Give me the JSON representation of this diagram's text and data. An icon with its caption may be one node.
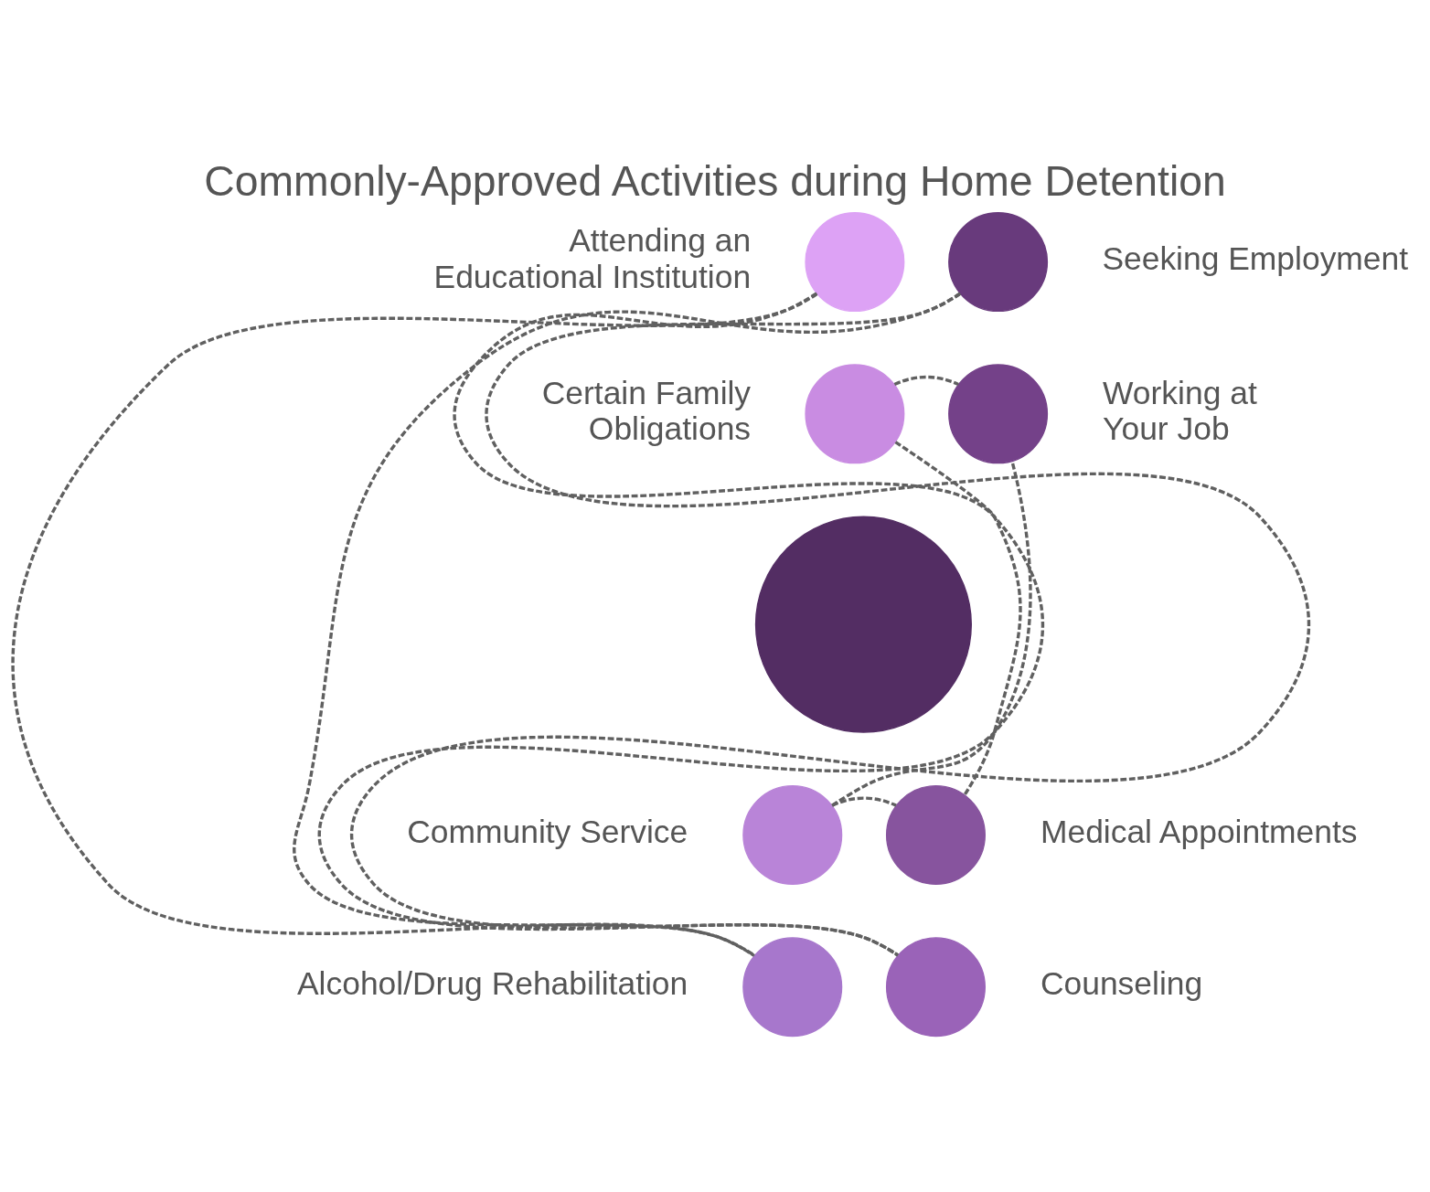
{
  "diagram": {
    "title": "Commonly-Approved Activities during Home Detention",
    "nodes": [
      {
        "text": [],
        "shape": "circle",
        "beside": [
          "Attending an Educational Institution"
        ]
      },
      {
        "text": [],
        "shape": "circle",
        "beside": [
          "Seeking Employment"
        ]
      },
      {
        "text": [],
        "shape": "circle",
        "beside": [
          "Certain Family Obligations"
        ]
      },
      {
        "text": [],
        "shape": "circle",
        "beside": [
          "Working at Your Job"
        ]
      },
      {
        "text": [],
        "shape": "circle"
      },
      {
        "text": [],
        "shape": "circle",
        "beside": [
          "Community Service"
        ]
      },
      {
        "text": [],
        "shape": "circle",
        "beside": [
          "Medical Appointments"
        ]
      },
      {
        "text": [],
        "shape": "circle",
        "beside": [
          "Alcohol/Drug Rehabilitation"
        ]
      },
      {
        "text": [],
        "shape": "circle",
        "beside": [
          "Counseling"
        ]
      }
    ],
    "edges": [
      {
        "from": 0,
        "to": 8,
        "arrow": "none",
        "style": "dashed"
      },
      {
        "from": 0,
        "to": 7,
        "arrow": "none",
        "style": "dashed"
      },
      {
        "from": 1,
        "to": 7,
        "arrow": "none",
        "style": "dashed"
      },
      {
        "from": 1,
        "to": 8,
        "arrow": "none",
        "style": "dashed"
      },
      {
        "from": 2,
        "to": 3,
        "arrow": "none",
        "style": "dashed"
      },
      {
        "from": 2,
        "to": 6,
        "arrow": "none",
        "style": "dashed"
      },
      {
        "from": 5,
        "to": 3,
        "arrow": "none",
        "style": "dashed"
      },
      {
        "from": 5,
        "to": 6,
        "arrow": "none",
        "style": "dashed"
      }
    ]
  }
}
